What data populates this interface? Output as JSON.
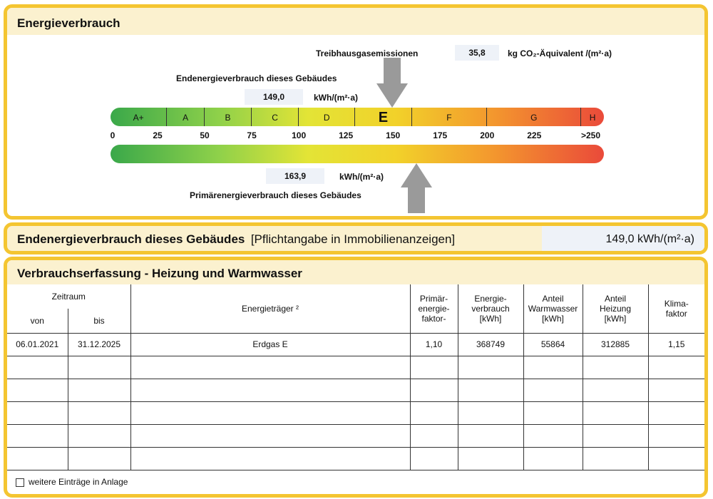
{
  "panel1": {
    "title": "Energieverbrauch",
    "emission_label": "Treibhausgasemissionen",
    "emission_value": "35,8",
    "emission_unit": "kg CO₂-Äquivalent /(m²·a)",
    "end_label": "Endenergieverbrauch dieses Gebäudes",
    "end_value": "149,0",
    "end_unit": "kWh/(m²·a)",
    "primary_value": "163,9",
    "primary_unit": "kWh/(m²·a)",
    "primary_label": "Primärenergieverbrauch dieses Gebäudes",
    "classes": [
      "A+",
      "A",
      "B",
      "C",
      "D",
      "E",
      "F",
      "G",
      "H"
    ],
    "active_class": "E",
    "ticks": [
      "0",
      "25",
      "50",
      "75",
      "100",
      "125",
      "150",
      "175",
      "200",
      "225",
      ">250"
    ],
    "end_energy_kwh": 149.0,
    "primary_energy_kwh": 163.9
  },
  "panel2": {
    "title": "Endenergieverbrauch dieses Gebäudes",
    "subtitle": "[Pflichtangabe in Immobilienanzeigen]",
    "value": "149,0 kWh/(m²·a)"
  },
  "panel3": {
    "title": "Verbrauchserfassung - Heizung und Warmwasser",
    "headers": {
      "zeitraum": "Zeitraum",
      "von": "von",
      "bis": "bis",
      "traeger": "Energieträger ²",
      "primaer": [
        "Primär-",
        "energie-",
        "faktor-"
      ],
      "verbrauch": [
        "Energie-",
        "verbrauch",
        "[kWh]"
      ],
      "warmwasser": [
        "Anteil",
        "Warmwasser",
        "[kWh]"
      ],
      "heizung": [
        "Anteil",
        "Heizung",
        "[kWh]"
      ],
      "klima": [
        "Klima-",
        "faktor"
      ]
    },
    "rows": [
      {
        "von": "06.01.2021",
        "bis": "31.12.2025",
        "traeger": "Erdgas E",
        "primaer": "1,10",
        "verbrauch": "368749",
        "warmwasser": "55864",
        "heizung": "312885",
        "klima": "1,15"
      }
    ],
    "footer": "weitere Einträge in Anlage"
  },
  "colors": {
    "border": "#f4c531",
    "header_bg": "#fbf1cf",
    "arrow": "#9a9a9a",
    "value_bg": "#eef2f8"
  }
}
